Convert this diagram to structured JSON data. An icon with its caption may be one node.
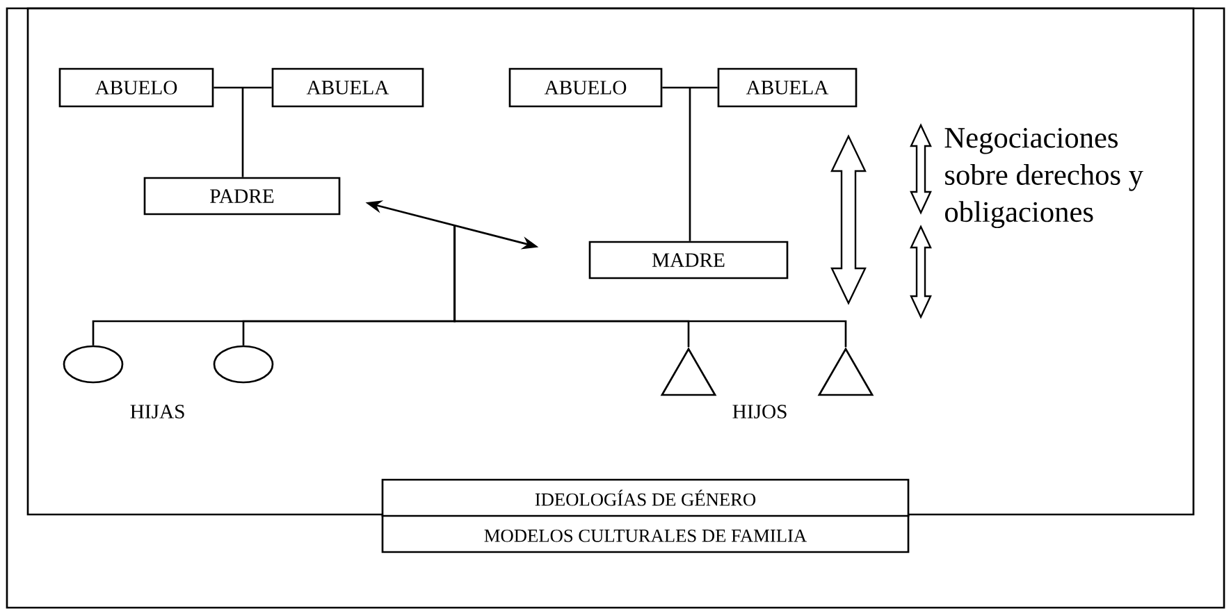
{
  "diagram": {
    "nodes": [
      {
        "text": [
          "ABUELO"
        ]
      },
      {
        "text": [
          "ABUELA"
        ]
      },
      {
        "text": [
          "PADRE"
        ]
      },
      {
        "text": [
          "ABUELO"
        ]
      },
      {
        "text": [
          "ABUELA"
        ]
      },
      {
        "text": [
          "MADRE"
        ]
      },
      {
        "text": [],
        "shape": "ellipse"
      },
      {
        "text": [],
        "shape": "ellipse"
      },
      {
        "text": [],
        "shape": "triangle"
      },
      {
        "text": [],
        "shape": "triangle"
      },
      {
        "text": [
          "IDEOLOGÍAS DE GÉNERO",
          "MODELOS CULTURALES DE FAMILIA"
        ]
      }
    ],
    "edges": [
      {
        "from": 0,
        "to": 1,
        "arrow": "none"
      },
      {
        "from": null,
        "to": 2,
        "arrow": "none"
      },
      {
        "from": 3,
        "to": 4,
        "arrow": "none"
      },
      {
        "from": null,
        "to": 5,
        "arrow": "none"
      },
      {
        "from": 2,
        "to": 5,
        "arrow": "both"
      },
      {
        "from": null,
        "to": 6,
        "arrow": "none"
      },
      {
        "from": null,
        "to": 7,
        "arrow": "none"
      },
      {
        "from": null,
        "to": 8,
        "arrow": "none"
      },
      {
        "from": null,
        "to": 9,
        "arrow": "none"
      }
    ],
    "labels": [
      "Negociaciones sobre derechos y obligaciones",
      "HIJAS",
      "HIJOS"
    ]
  }
}
